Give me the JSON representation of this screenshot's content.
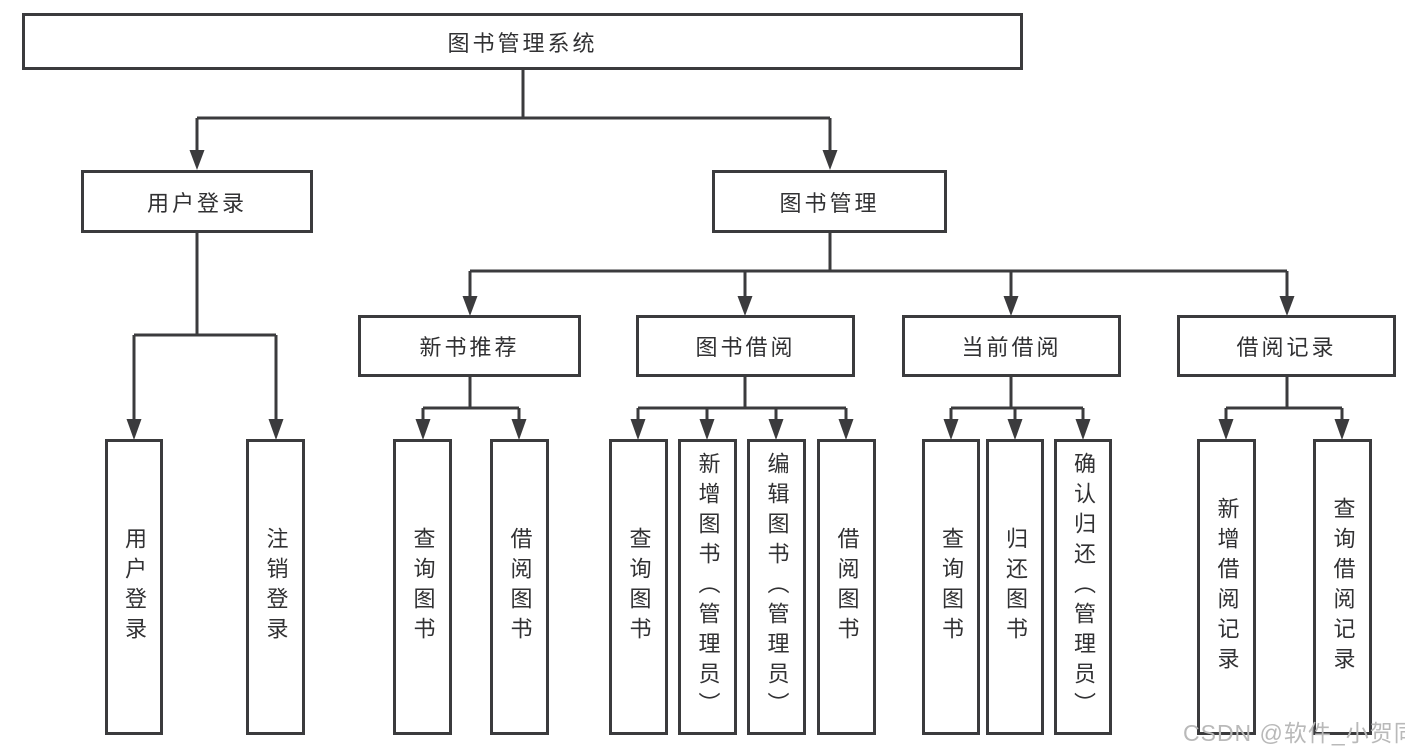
{
  "tree": {
    "root": {
      "label": "图书管理系统",
      "children": [
        {
          "label": "用户登录",
          "children": [
            {
              "label": "用户登录"
            },
            {
              "label": "注销登录"
            }
          ]
        },
        {
          "label": "图书管理",
          "children": [
            {
              "label": "新书推荐",
              "children": [
                {
                  "label": "查询图书"
                },
                {
                  "label": "借阅图书"
                }
              ]
            },
            {
              "label": "图书借阅",
              "children": [
                {
                  "label": "查询图书"
                },
                {
                  "label": "新增图书（管理员）"
                },
                {
                  "label": "编辑图书（管理员）"
                },
                {
                  "label": "借阅图书"
                }
              ]
            },
            {
              "label": "当前借阅",
              "children": [
                {
                  "label": "查询图书"
                },
                {
                  "label": "归还图书"
                },
                {
                  "label": "确认归还（管理员）"
                }
              ]
            },
            {
              "label": "借阅记录",
              "children": [
                {
                  "label": "新增借阅记录"
                },
                {
                  "label": "查询借阅记录"
                }
              ]
            }
          ]
        }
      ]
    }
  },
  "watermark": {
    "text": "CSDN @软件_小贺同学"
  },
  "colors": {
    "line": "#3b3b3d",
    "box_border": "#3b3b3d",
    "text": "#313133",
    "watermark": "#b9b9b9",
    "background": "#ffffff"
  }
}
